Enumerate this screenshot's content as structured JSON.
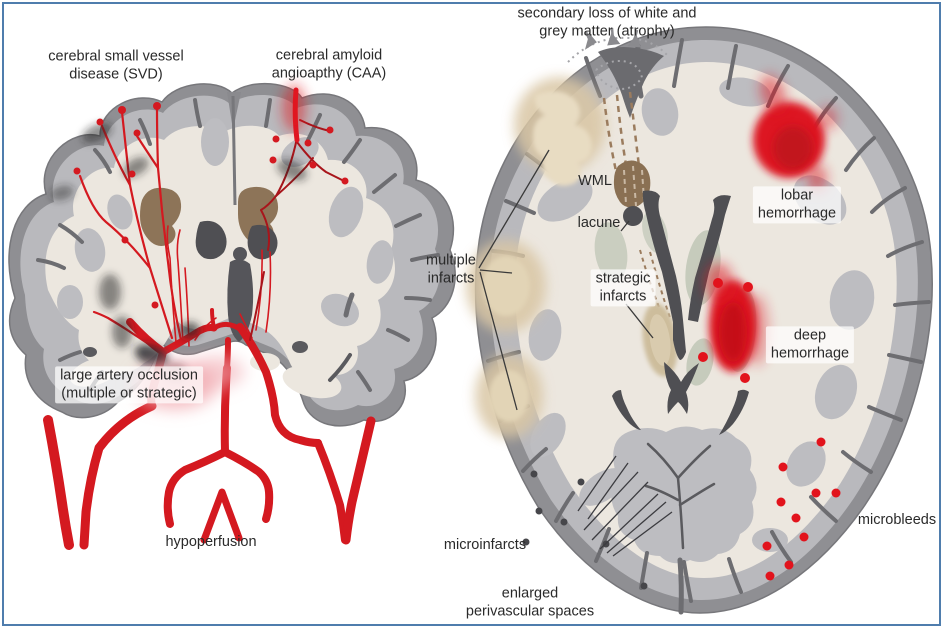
{
  "figure": {
    "description": "Medical illustration of cerebral small vessel disease pathology: coronal brain section with vascular supply (left) and axial brain section with lesion types (right)",
    "border_color": "#4f7dad",
    "background": "#ffffff"
  },
  "colors": {
    "artery_red": "#d41920",
    "dark_red": "#a8151b",
    "hemorrhage_red": "#dd1520",
    "brown_nuclei": "#8d7458",
    "tan_infarct": "#d9c6a4",
    "sage_gray": "#c6cbbc",
    "cortex_gray": "#b9b9bd",
    "rim_gray": "#8f8f93",
    "sulci_gray": "#6d6d71",
    "ventricle_dark": "#4f4f53",
    "white_matter_cream": "#ece7df",
    "hypoperfusion_pink": "#f2aeb4"
  },
  "coronal_panel": {
    "labels": {
      "svd": "cerebral small vessel\ndisease (SVD)",
      "caa": "cerebral amyloid\nangioapthy (CAA)",
      "large_artery_occlusion": "large artery occlusion\n(multiple or strategic)",
      "hypoperfusion": "hypoperfusion"
    },
    "features": [
      "penetrating-arteries",
      "microbleed-dots",
      "lacunar-smudges",
      "basal-ganglia",
      "ventricles",
      "brainstem",
      "circle-of-willis",
      "carotid-arteries",
      "occlusion-site",
      "hypoperfusion-blush"
    ]
  },
  "axial_panel": {
    "labels": {
      "atrophy": "secondary loss of white and\ngrey matter (atrophy)",
      "wml": "WML",
      "lacune": "lacune",
      "lobar_hemorrhage": "lobar\nhemorrhage",
      "multiple_infarcts": "multiple\ninfarcts",
      "strategic_infarcts": "strategic\ninfarcts",
      "deep_hemorrhage": "deep\nhemorrhage",
      "microbleeds": "microbleeds",
      "microinfarcts": "microinfarcts",
      "enlarged_perivascular_spaces": "enlarged\nperivascular spaces"
    },
    "features": [
      "atrophy-arrows",
      "atrophy-dotted-outline",
      "degenerating-tract-dashes",
      "wml-blob",
      "lacune-dot",
      "lateral-ventricles",
      "thalamic-infarcts",
      "cortical-infarct-patches",
      "lobar-hemorrhage-blob",
      "deep-hemorrhage-blob",
      "microbleed-dots",
      "microinfarct-dots",
      "perivascular-space-lines"
    ]
  }
}
